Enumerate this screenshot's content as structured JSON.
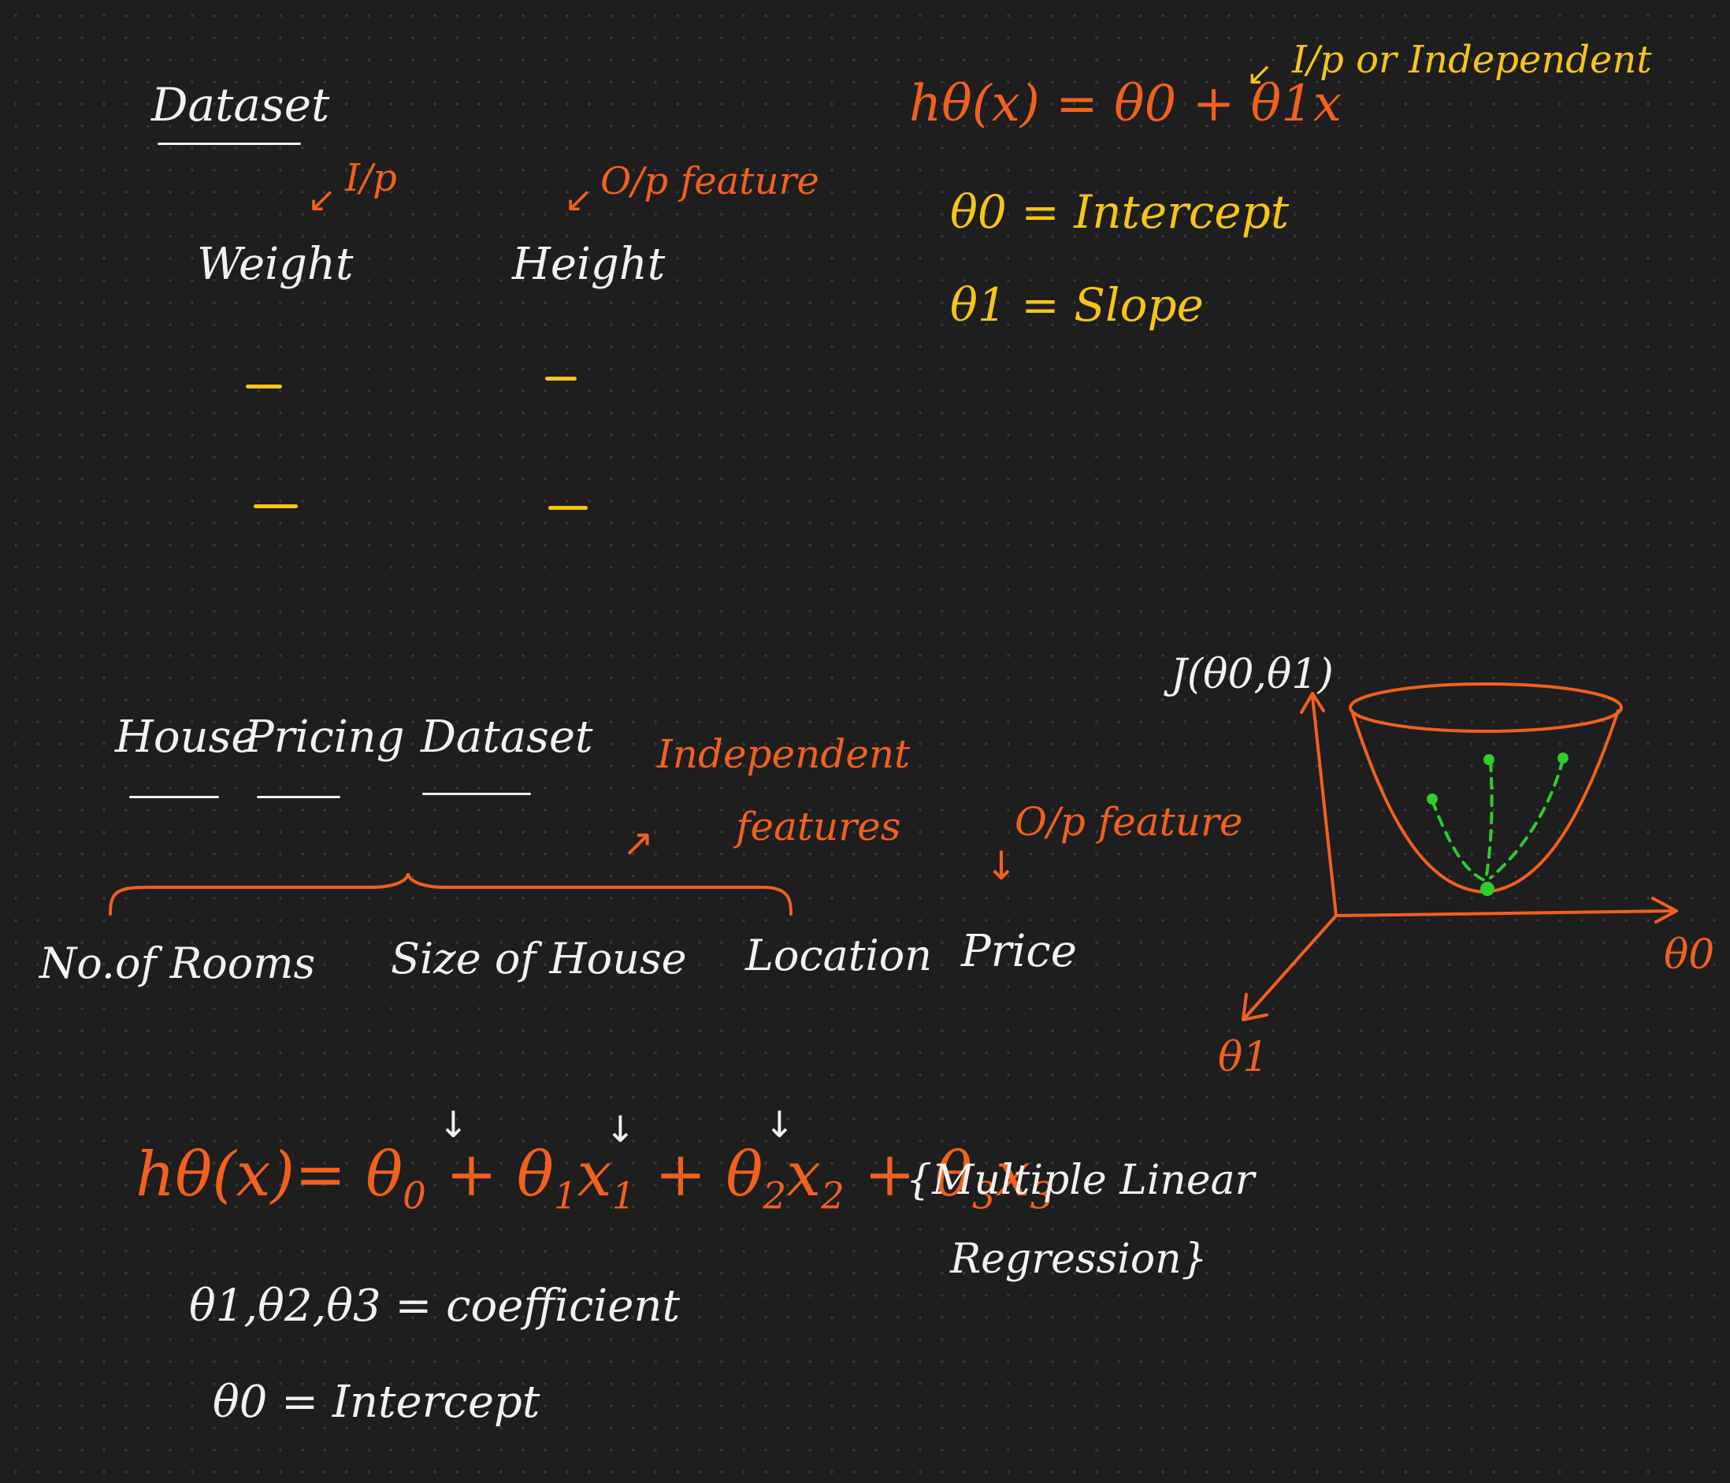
{
  "dataset_section": {
    "title": "Dataset",
    "ip_tag": "I/p",
    "op_tag": "O/p feature",
    "col_weight": "Weight",
    "col_height": "Height"
  },
  "hypothesis_simple": {
    "formula": "hθ(x) = θ0 + θ1x",
    "ip_note": "I/p or Independent",
    "theta0_def": "θ0 = Intercept",
    "theta1_def": "θ1 = Slope"
  },
  "house_section": {
    "title_1": "House",
    "title_2": "Pricing",
    "title_3": "Dataset",
    "independent_1": "Independent",
    "independent_2": "features",
    "op_feature": "O/p feature",
    "feature_rooms": "No.of Rooms",
    "feature_size": "Size of House",
    "feature_location": "Location",
    "target_price": "Price"
  },
  "cost_plot": {
    "j_label": "J(θ0,θ1)",
    "axis_theta0": "θ0",
    "axis_theta1": "θ1"
  },
  "hypothesis_multiple": {
    "h": "hθ(x)",
    "eq": "=",
    "t0": "θ",
    "t0_sub": "0",
    "t1": "θ",
    "t1_sub": "1",
    "x1": "x",
    "x1_sub": "1",
    "t2": "θ",
    "t2_sub": "2",
    "x2": "x",
    "x2_sub": "2",
    "t3": "θ",
    "t3_sub": "3",
    "x3": "x",
    "x3_sub": "3",
    "plus": "+",
    "note_1": "{Multiple Linear",
    "note_2": "Regression}",
    "coeff_def": "θ1,θ2,θ3 = coefficient",
    "intercept_def": "θ0 = Intercept"
  },
  "colors": {
    "background": "#1e1e1e",
    "white_ink": "#f2f2f2",
    "orange_ink": "#f2601e",
    "yellow_ink": "#f5c518",
    "green_ink": "#2ecc2e"
  }
}
